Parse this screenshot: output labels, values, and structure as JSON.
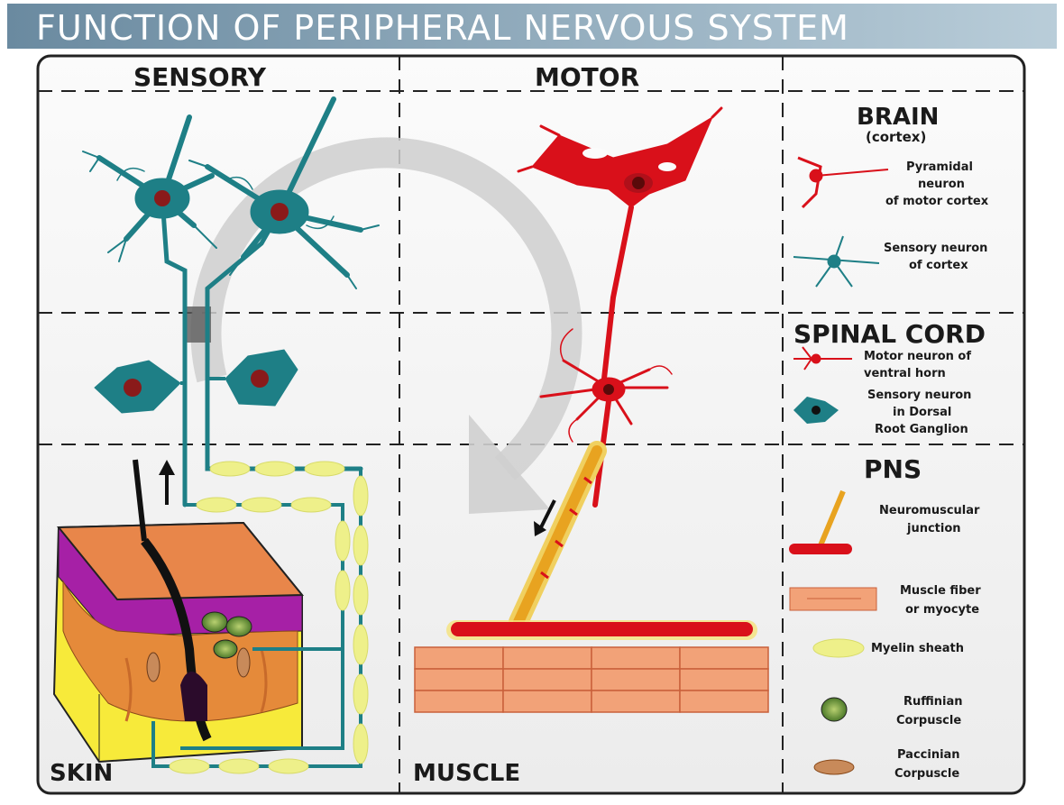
{
  "title": "FUNCTION OF PERIPHERAL NERVOUS SYSTEM",
  "columns": {
    "sensory": "SENSORY",
    "motor": "MOTOR"
  },
  "regions": {
    "skin": "SKIN",
    "muscle": "MUSCLE"
  },
  "legend": {
    "brain": {
      "heading": "BRAIN",
      "subheading": "(cortex)"
    },
    "pyramidal": [
      "Pyramidal",
      "neuron",
      "of motor cortex"
    ],
    "sensory_cortex": [
      "Sensory neuron",
      "of cortex"
    ],
    "spinal_cord": {
      "heading": "SPINAL CORD"
    },
    "motor_ventral": [
      "Motor neuron of",
      "ventral horn"
    ],
    "sensory_drg": [
      "Sensory neuron",
      "in Dorsal",
      "Root Ganglion"
    ],
    "pns": {
      "heading": "PNS"
    },
    "nmj": [
      "Neuromuscular",
      "junction"
    ],
    "muscle_fiber": [
      "Muscle fiber",
      "or myocyte"
    ],
    "myelin": "Myelin sheath",
    "ruffinian": [
      "Ruffinian",
      "Corpuscle"
    ],
    "paccinian": [
      "Paccinian",
      "Corpuscle"
    ]
  },
  "colors": {
    "title_band": "#6e8fa6",
    "sensory": "#1e7f86",
    "motor": "#d9101a",
    "myelin": "#eef08a",
    "muscle": "#f2a278",
    "axon": "#e8a320"
  }
}
